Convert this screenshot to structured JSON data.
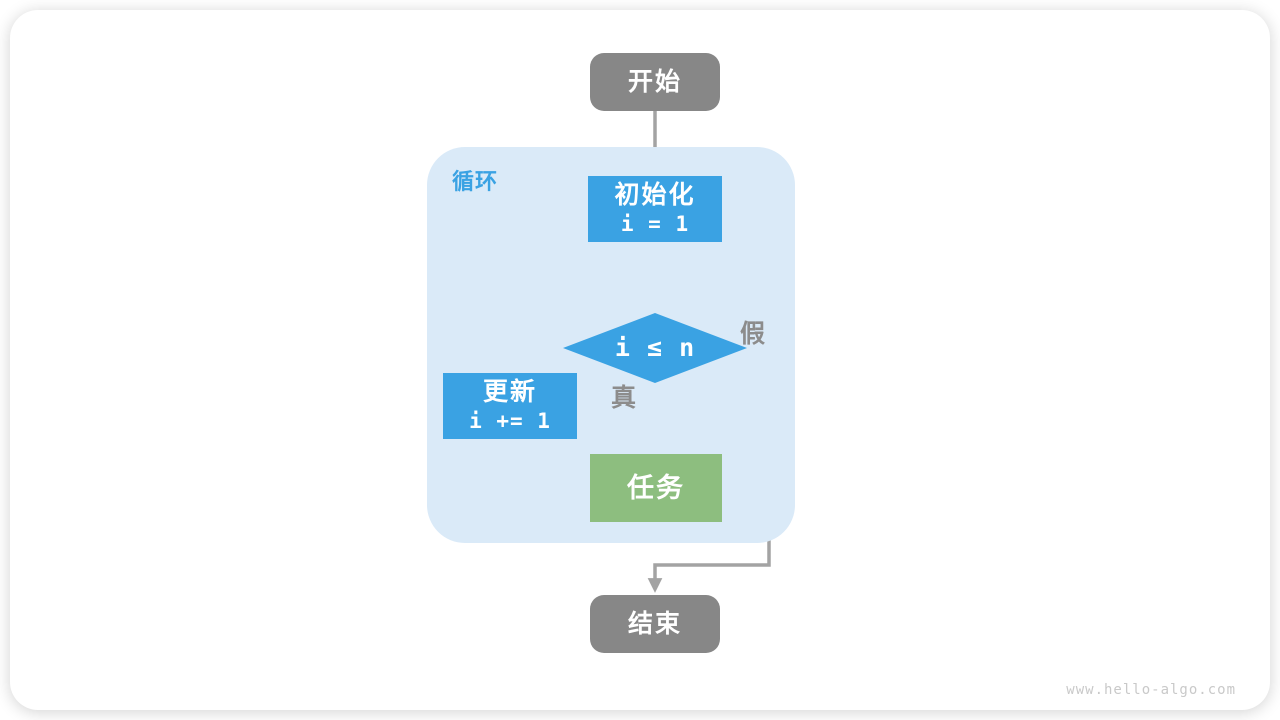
{
  "page": {
    "watermark": "www.hello-algo.com"
  },
  "colors": {
    "node_blue": "#3AA2E3",
    "node_green": "#8DBE7F",
    "node_gray": "#878787",
    "node_text": "#FFFFFF",
    "loop_bg": "#DAEAF8",
    "edge_gray": "#A3A3A3",
    "branch_label_gray": "#8C8C8C",
    "watermark_gray": "#C9C9C9",
    "card_bg": "#FFFFFF"
  },
  "flowchart": {
    "loop_label": "循环",
    "nodes": {
      "start": {
        "label": "开始"
      },
      "init": {
        "label": "初始化",
        "code": "i = 1"
      },
      "condition": {
        "label": "i ≤ n"
      },
      "update": {
        "label": "更新",
        "code": "i += 1"
      },
      "task": {
        "label": "任务"
      },
      "end": {
        "label": "结束"
      }
    },
    "branch_labels": {
      "true_label": "真",
      "false_label": "假"
    },
    "edges": [
      {
        "from": "start",
        "to": "init",
        "label": ""
      },
      {
        "from": "init",
        "to": "condition",
        "label": ""
      },
      {
        "from": "condition",
        "to": "task",
        "label": "真"
      },
      {
        "from": "task",
        "to": "update",
        "label": ""
      },
      {
        "from": "update",
        "to": "condition",
        "label": ""
      },
      {
        "from": "condition",
        "to": "end",
        "label": "假"
      }
    ]
  }
}
